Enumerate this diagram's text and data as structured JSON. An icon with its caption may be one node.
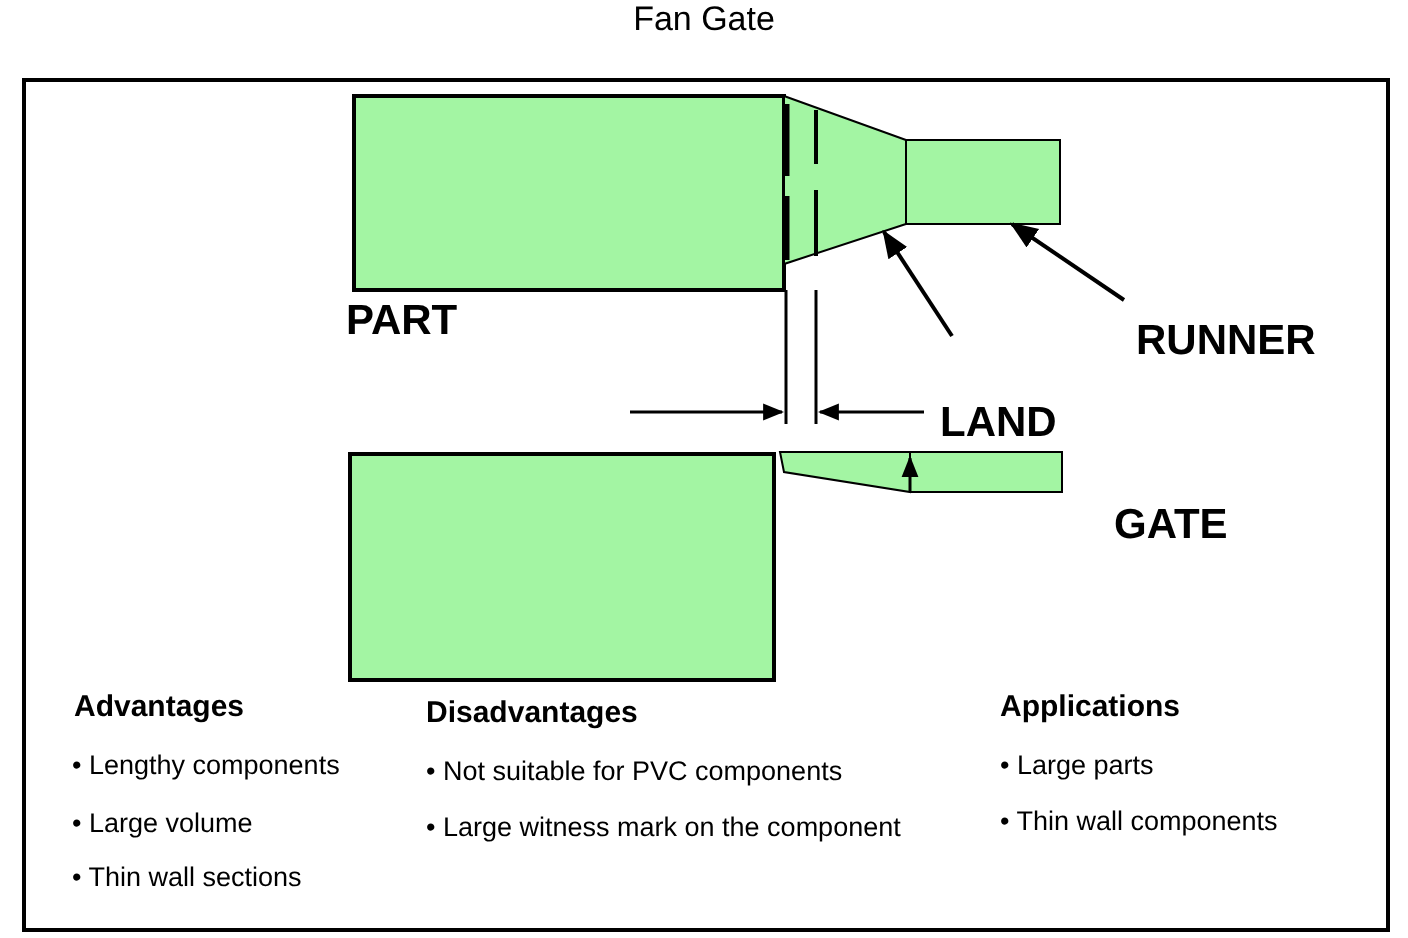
{
  "diagram": {
    "title": "Fan Gate",
    "nodes": [
      {
        "text": [
          "RUNNER"
        ]
      },
      {
        "text": [],
        "shape": "box"
      },
      {
        "text": [],
        "shape": "box"
      }
    ],
    "edges": [
      {
        "from": 0,
        "to": 2,
        "arrow": "to"
      },
      {
        "from": null,
        "to": 1,
        "arrow": "to"
      }
    ],
    "labels": [
      "PART",
      "LAND",
      "GATE",
      "Advantages",
      "• Lengthy components",
      "• Large volume",
      "• Thin wall sections",
      "Disadvantages",
      "• Not suitable for PVC components",
      "• Large witness mark on the component",
      "Applications",
      "• Large parts",
      "• Thin wall components"
    ]
  }
}
